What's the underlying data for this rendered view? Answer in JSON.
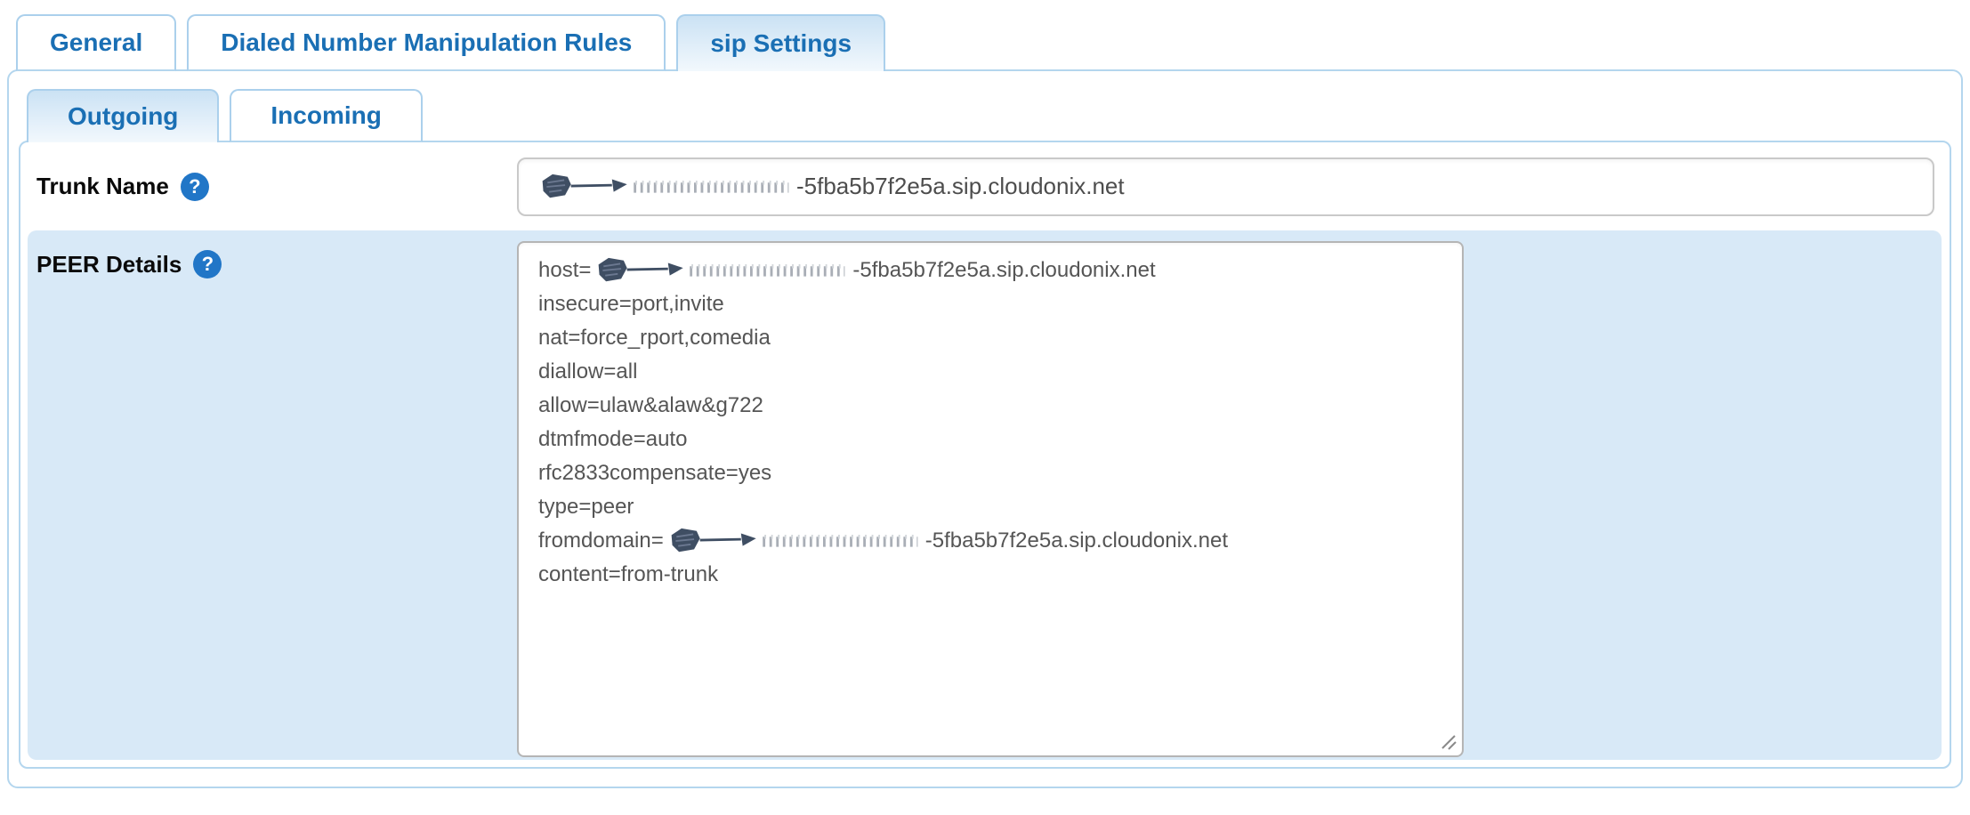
{
  "ui": {
    "help_glyph": "?",
    "top_tabs": [
      {
        "label": "General",
        "active": false
      },
      {
        "label": "Dialed Number Manipulation Rules",
        "active": false
      },
      {
        "label": "sip Settings",
        "active": true
      }
    ],
    "sub_tabs": [
      {
        "label": "Outgoing",
        "active": true
      },
      {
        "label": "Incoming",
        "active": false
      }
    ],
    "fields": {
      "trunk_name": {
        "label": "Trunk Name",
        "value_redacted_prefix": true,
        "value_suffix": "-5fba5b7f2e5a.sip.cloudonix.net"
      },
      "peer_details": {
        "label": "PEER Details",
        "lines": [
          {
            "pre": "host=",
            "redacted": true,
            "post": "-5fba5b7f2e5a.sip.cloudonix.net"
          },
          {
            "pre": "insecure=port,invite"
          },
          {
            "pre": "nat=force_rport,comedia"
          },
          {
            "pre": "diallow=all"
          },
          {
            "pre": "allow=ulaw&alaw&g722"
          },
          {
            "pre": "dtmfmode=auto"
          },
          {
            "pre": "rfc2833compensate=yes"
          },
          {
            "pre": "type=peer"
          },
          {
            "pre": "fromdomain=",
            "redacted": true,
            "post": "-5fba5b7f2e5a.sip.cloudonix.net"
          },
          {
            "pre": "content=from-trunk"
          }
        ]
      }
    },
    "colors": {
      "tab_text": "#1a6fb4",
      "tab_border": "#abd0ec",
      "panel_border": "#b4d6ee",
      "active_tab_top": "#cbe2f4",
      "active_tab_bottom": "#f2f8fd",
      "peer_row_bg": "#d8e9f7",
      "help_icon_bg": "#2176c7",
      "field_text": "#4d4d4d",
      "textarea_text": "#555555",
      "redaction_dark": "#3f4e63",
      "redaction_light": "#a9aeb6"
    }
  }
}
